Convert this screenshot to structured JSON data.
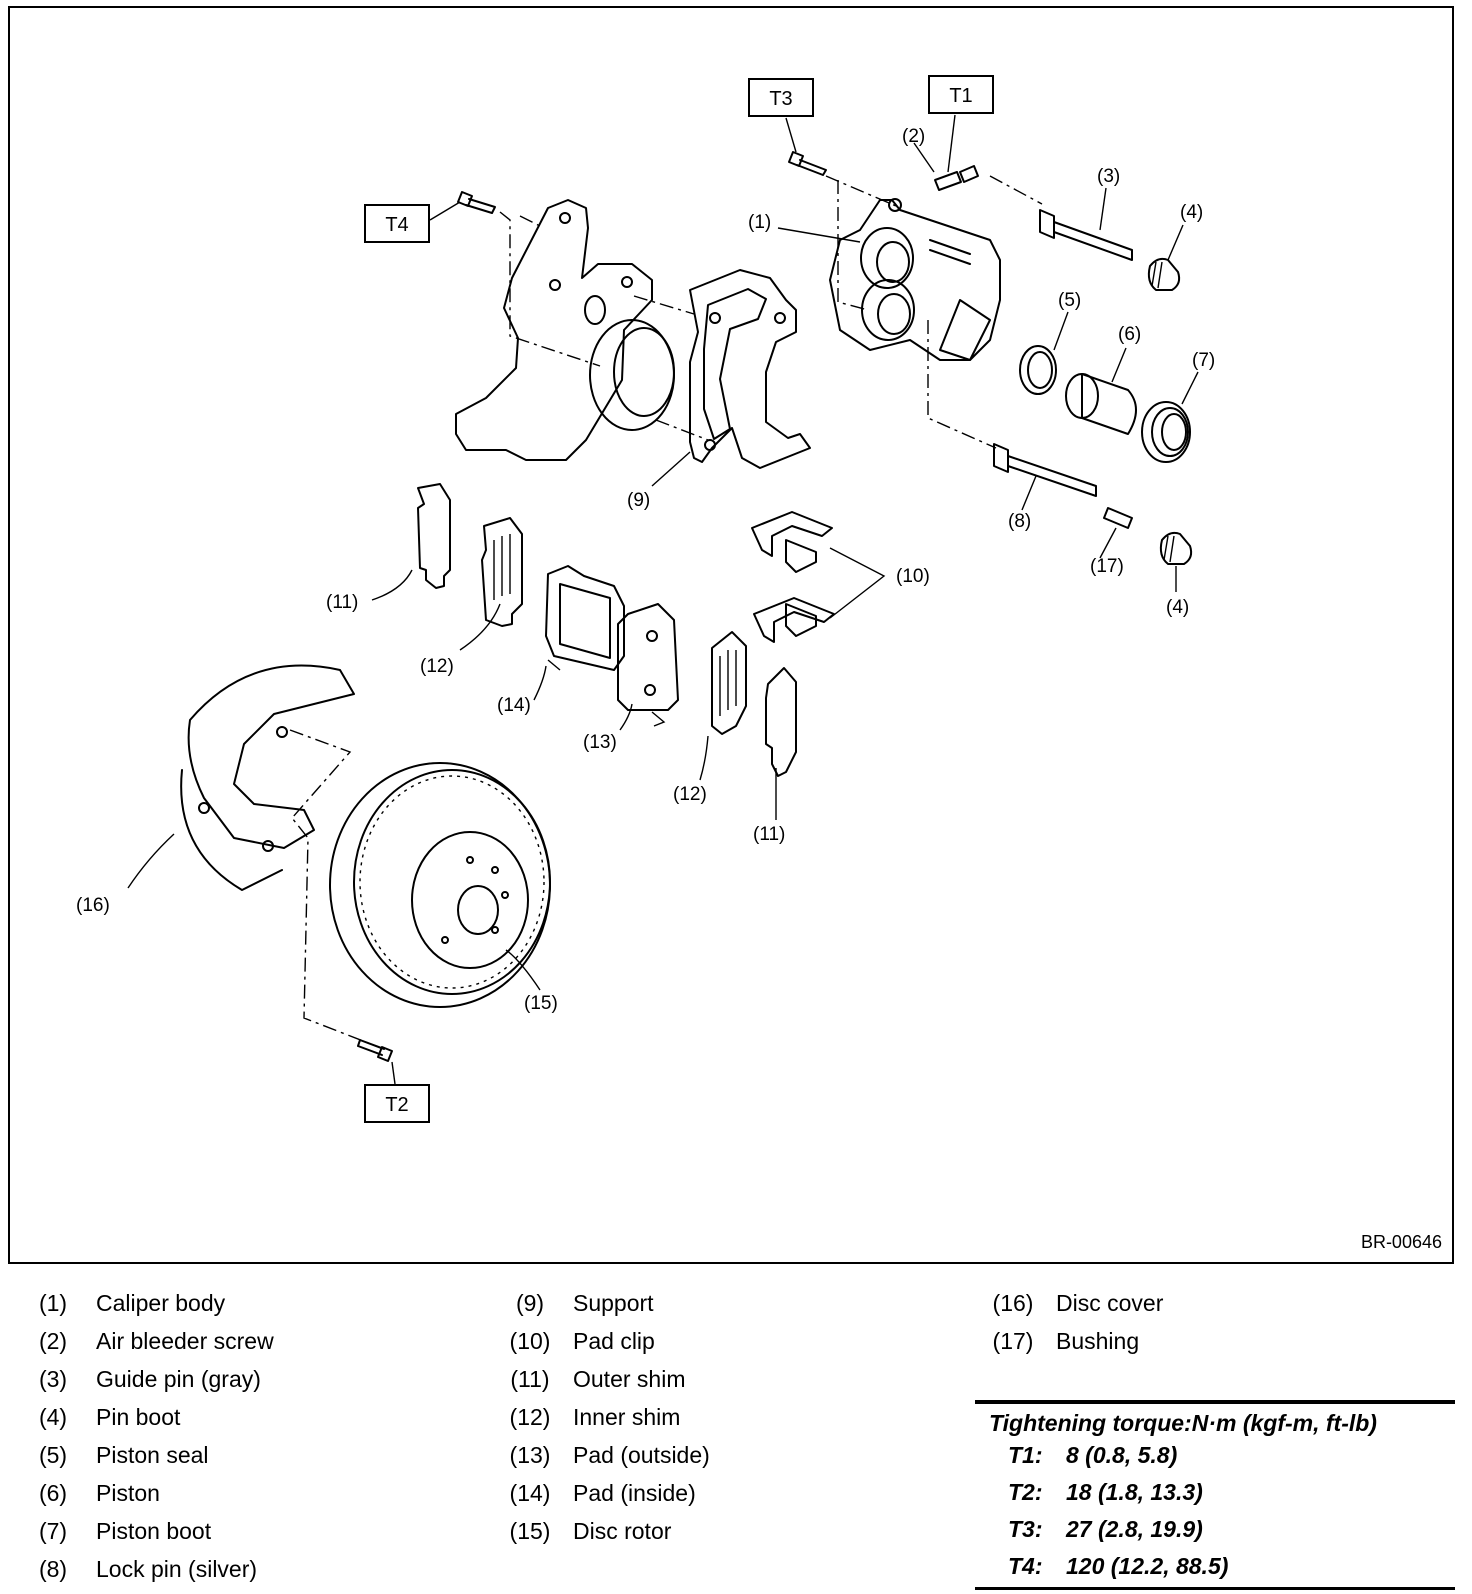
{
  "diagram": {
    "figure_code": "BR-00646",
    "torque_boxes": {
      "t1": "T1",
      "t2": "T2",
      "t3": "T3",
      "t4": "T4"
    },
    "callouts": {
      "c1": "(1)",
      "c2": "(2)",
      "c3": "(3)",
      "c4a": "(4)",
      "c4b": "(4)",
      "c5": "(5)",
      "c6": "(6)",
      "c7": "(7)",
      "c8": "(8)",
      "c9": "(9)",
      "c10": "(10)",
      "c11a": "(11)",
      "c11b": "(11)",
      "c12a": "(12)",
      "c12b": "(12)",
      "c13": "(13)",
      "c14": "(14)",
      "c15": "(15)",
      "c16": "(16)",
      "c17": "(17)"
    }
  },
  "legend": {
    "col1": [
      {
        "num": "(1)",
        "name": "Caliper body"
      },
      {
        "num": "(2)",
        "name": "Air bleeder screw"
      },
      {
        "num": "(3)",
        "name": "Guide pin (gray)"
      },
      {
        "num": "(4)",
        "name": "Pin boot"
      },
      {
        "num": "(5)",
        "name": "Piston seal"
      },
      {
        "num": "(6)",
        "name": "Piston"
      },
      {
        "num": "(7)",
        "name": "Piston boot"
      },
      {
        "num": "(8)",
        "name": "Lock pin (silver)"
      }
    ],
    "col2": [
      {
        "num": "(9)",
        "name": "Support"
      },
      {
        "num": "(10)",
        "name": "Pad clip"
      },
      {
        "num": "(11)",
        "name": "Outer shim"
      },
      {
        "num": "(12)",
        "name": "Inner shim"
      },
      {
        "num": "(13)",
        "name": "Pad (outside)"
      },
      {
        "num": "(14)",
        "name": "Pad (inside)"
      },
      {
        "num": "(15)",
        "name": "Disc rotor"
      }
    ],
    "col3": [
      {
        "num": "(16)",
        "name": "Disc cover"
      },
      {
        "num": "(17)",
        "name": "Bushing"
      }
    ]
  },
  "torque": {
    "title": "Tightening torque:N·m (kgf-m, ft-lb)",
    "rows": [
      {
        "key": "T1:",
        "value": "8 (0.8, 5.8)"
      },
      {
        "key": "T2:",
        "value": "18 (1.8, 13.3)"
      },
      {
        "key": "T3:",
        "value": "27 (2.8, 19.9)"
      },
      {
        "key": "T4:",
        "value": "120 (12.2, 88.5)"
      }
    ]
  }
}
